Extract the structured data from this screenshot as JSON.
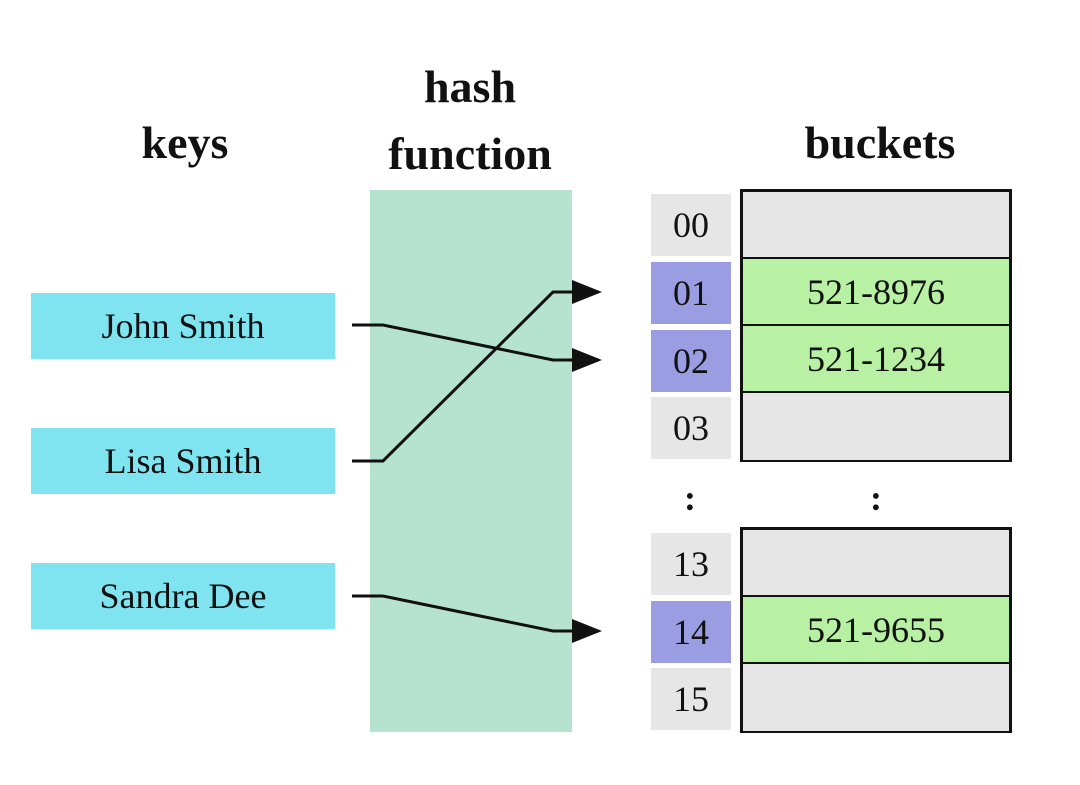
{
  "headings": {
    "keys": "keys",
    "hash_function_line1": "hash",
    "hash_function_line2": "function",
    "buckets": "buckets"
  },
  "keys": [
    "John Smith",
    "Lisa Smith",
    "Sandra Dee"
  ],
  "indices": {
    "top": [
      "00",
      "01",
      "02",
      "03"
    ],
    "ellipsis": ":",
    "bottom": [
      "13",
      "14",
      "15"
    ]
  },
  "buckets": {
    "top": [
      "",
      "521-8976",
      "521-1234",
      ""
    ],
    "ellipsis": ":",
    "bottom": [
      "",
      "521-9655",
      ""
    ]
  },
  "mappings": [
    {
      "key": "John Smith",
      "index": "02"
    },
    {
      "key": "Lisa Smith",
      "index": "01"
    },
    {
      "key": "Sandra Dee",
      "index": "14"
    }
  ],
  "colors": {
    "key_box": "#7fe4ef",
    "hash_band": "#b6e3d0",
    "index_cell": "#e6e6e6",
    "index_hit": "#9b9de3",
    "bucket_empty": "#e6e6e6",
    "bucket_filled": "#b8f0a4"
  }
}
